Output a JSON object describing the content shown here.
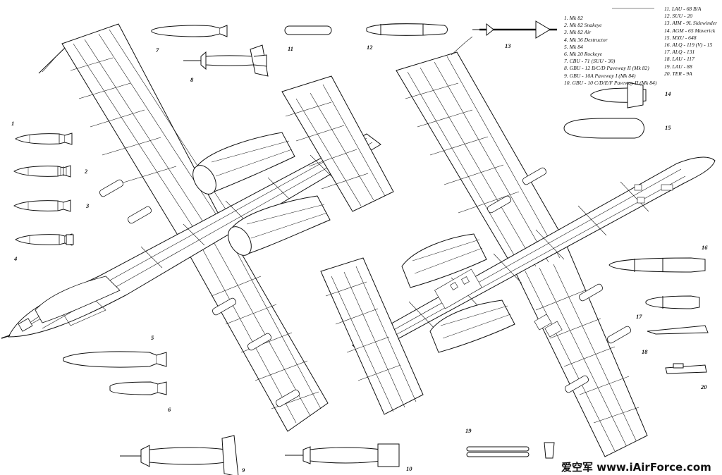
{
  "legend_left": [
    "1.  Mk 82",
    "2.  Mk 82 Snakeye",
    "3.  Mk 82 Air",
    "4.  Mk 36 Destructor",
    "5.  Mk 84",
    "6.  Mk 20 Rockeye",
    "7.  CBU - 71 (SUU - 30)",
    "8.  GBU - 12 B/C/D Paveway II (Mk 82)",
    "9.  GBU - 10A Paveway I (Mk 84)",
    "10. GBU - 10 C/D/E/F Paveway II (Mk 84)"
  ],
  "legend_right": [
    "11. LAU - 68 B/A",
    "12. SUU - 20",
    "13. AIM - 9L Sidewinder",
    "14. AGM - 65 Maverick",
    "15. MXU - 648",
    "16. ALQ - 119 (V) - 15",
    "17. ALQ - 131",
    "18. LAU - 117",
    "19. LAU - 88",
    "20. TER - 9A"
  ],
  "item_numbers": {
    "n1": "1",
    "n2": "2",
    "n3": "3",
    "n4": "4",
    "n5": "5",
    "n6": "6",
    "n7": "7",
    "n8": "8",
    "n9": "9",
    "n10": "10",
    "n11": "11",
    "n12": "12",
    "n13": "13",
    "n14": "14",
    "n15": "15",
    "n16": "16",
    "n17": "17",
    "n18": "18",
    "n19": "19",
    "n20": "20"
  },
  "watermark": "爱空军 www.iAirForce.com"
}
